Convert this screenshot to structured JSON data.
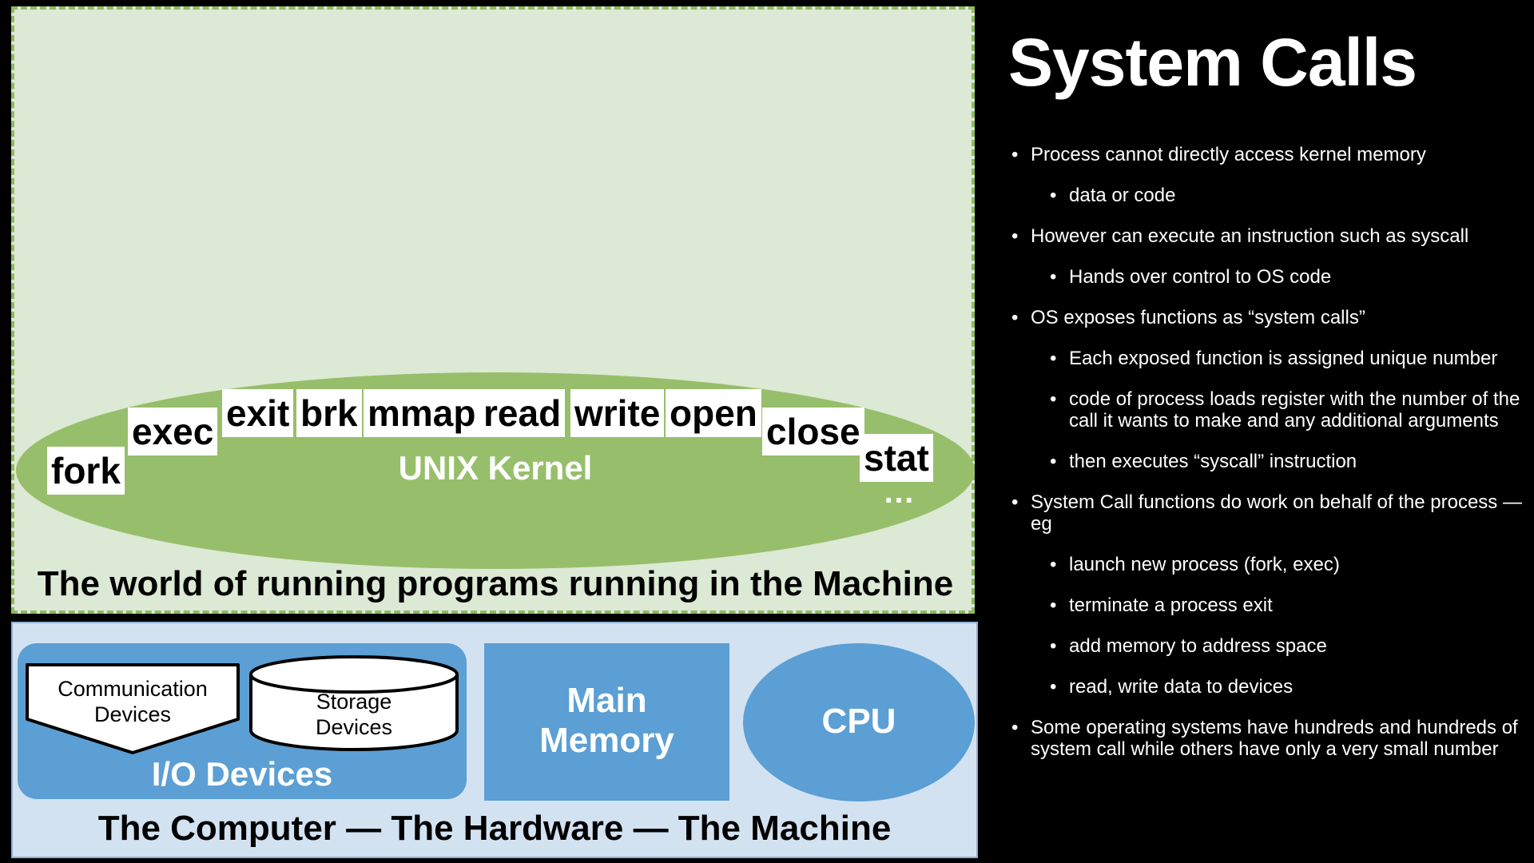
{
  "diagram": {
    "kernel_label": "UNIX Kernel",
    "syscalls": [
      "fork",
      "exec",
      "exit",
      "brk",
      "mmap",
      "read",
      "write",
      "open",
      "close",
      "stat"
    ],
    "ellipsis": "…",
    "world_caption": "The world of running programs running in the Machine",
    "hardware_caption": "The Computer — The Hardware — The Machine",
    "communication_devices": [
      "Communication",
      "Devices"
    ],
    "storage_devices": [
      "Storage",
      "Devices"
    ],
    "io_devices": "I/O Devices",
    "main_memory": [
      "Main",
      "Memory"
    ],
    "cpu": "CPU"
  },
  "notes": {
    "title": "System Calls",
    "bullets": [
      {
        "level": 1,
        "text": "Process cannot directly access kernel memory"
      },
      {
        "level": 2,
        "text": "data or code"
      },
      {
        "level": 1,
        "text": "However can execute an instruction such as syscall"
      },
      {
        "level": 2,
        "text": "Hands over control to OS code"
      },
      {
        "level": 1,
        "text": "OS exposes functions as “system calls”"
      },
      {
        "level": 2,
        "text": "Each exposed function is assigned unique number"
      },
      {
        "level": 2,
        "text": "code of process loads register with the number of the call it wants to make and any additional arguments"
      },
      {
        "level": 2,
        "text": "then executes “syscall” instruction"
      },
      {
        "level": 1,
        "text": "System Call functions do work on behalf of the process — eg"
      },
      {
        "level": 2,
        "text": " launch new process (fork, exec)"
      },
      {
        "level": 2,
        "text": "terminate a process exit"
      },
      {
        "level": 2,
        "text": "add memory to address space"
      },
      {
        "level": 2,
        "text": "read, write data to devices"
      },
      {
        "level": 1,
        "text": "Some operating systems have hundreds and hundreds of system call while others have only a very small number"
      }
    ]
  },
  "colors": {
    "background": "#000000",
    "world_fill": "#dce9d5",
    "world_border": "#8fba62",
    "kernel_fill": "#97bf6b",
    "hardware_fill": "#d3e2f1",
    "hardware_block": "#5b9fd4"
  }
}
